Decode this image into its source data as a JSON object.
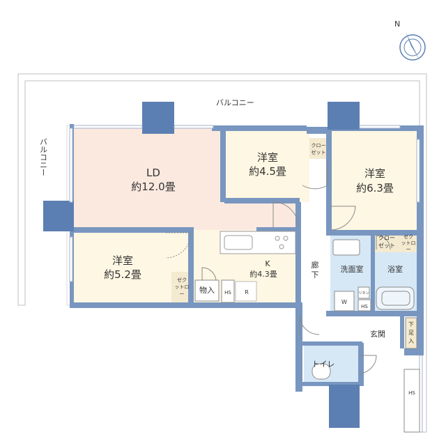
{
  "compass": {
    "label": "N"
  },
  "balcony": {
    "top": "バルコニー",
    "left": "バルコニー"
  },
  "rooms": {
    "ld": {
      "name": "LD",
      "area": "約12.0畳"
    },
    "western_45": {
      "name": "洋室",
      "area": "約4.5畳"
    },
    "western_63": {
      "name": "洋室",
      "area": "約6.3畳"
    },
    "western_52": {
      "name": "洋室",
      "area": "約5.2畳"
    },
    "kitchen": {
      "name": "K",
      "area": "約4.3畳"
    },
    "corridor": {
      "line1": "廊",
      "line2": "下"
    },
    "washroom": "洗面室",
    "bathroom": "浴室",
    "entrance": "玄関",
    "toilet": "トイレ"
  },
  "closets": {
    "c45": {
      "line1": "クロー",
      "line2": "ゼット"
    },
    "c63a": {
      "line1": "クロー",
      "line2": "ゼット"
    },
    "c63b": {
      "line1": "ゼク",
      "line2": "ットロ",
      "line3": "ー"
    },
    "c52": {
      "line1": "ゼク",
      "line2": "ットロ",
      "line3": "ー"
    }
  },
  "storage": "物入",
  "hs_labels": {
    "kitchen": "HS",
    "wash": "HS",
    "outside": "HS"
  },
  "refrigerator": "R",
  "washer": "W",
  "linen": "リネン",
  "shoe_storage": {
    "line1": "下",
    "line2": "足",
    "line3": "入"
  },
  "colors": {
    "wall": "#7896bf",
    "ld_floor": "#fbe9df",
    "room_floor": "#fdf7e3",
    "closet": "#f4ead0",
    "wet_area": "#d6e8f6",
    "floor_plain": "#ffffff",
    "column": "#5b7fb2"
  }
}
